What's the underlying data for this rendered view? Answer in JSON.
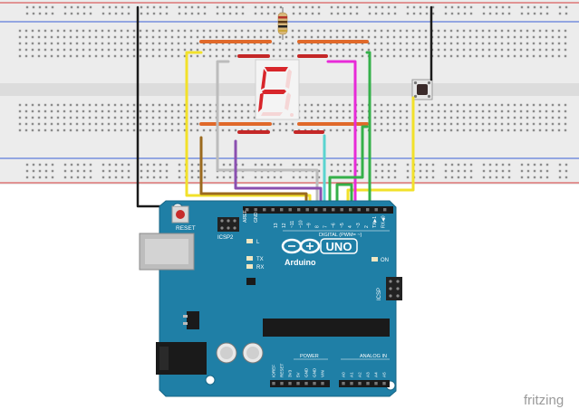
{
  "diagram": {
    "display_char": "F",
    "board": {
      "reset_label": "RESET",
      "icsp2_label": "ICSP2",
      "aref_label": "AREF",
      "gnd_label": "GND",
      "digital_label": "DIGITAL (PWM= ~)",
      "digital_pins": [
        "13",
        "12",
        "~11",
        "~10",
        "~9",
        "8",
        "7",
        "~6",
        "~5",
        "4",
        "~3",
        "2",
        "TX▶1",
        "RX◀0"
      ],
      "l_label": "L",
      "tx_label": "TX",
      "rx_label": "RX",
      "on_label": "ON",
      "uno_label": "UNO",
      "brand_label": "Arduino",
      "icsp_label": "ICSP",
      "power_label": "POWER",
      "power_pins": [
        "IOREF",
        "RESET",
        "3V3",
        "5V",
        "GND",
        "GND",
        "VIN"
      ],
      "analog_label": "ANALOG IN",
      "analog_pins": [
        "A0",
        "A1",
        "A2",
        "A3",
        "A4",
        "A5"
      ]
    },
    "watermark": "fritzing",
    "colors": {
      "board": "#1f7fa6",
      "breadboard": "#e8e8e8",
      "display": "#f4f4f4",
      "segment_on": "#d8262b",
      "segment_off": "#f5d6d6",
      "wire_yellow": "#f2e12a",
      "wire_green": "#35b04a",
      "wire_magenta": "#e82ad8",
      "wire_cyan": "#5ad4d0",
      "wire_purple": "#8a4fb0",
      "wire_brown": "#9b6a1e",
      "wire_gray": "#bcbcbc",
      "wire_black": "#1a1a1a",
      "wire_orange": "#e0692a"
    }
  }
}
